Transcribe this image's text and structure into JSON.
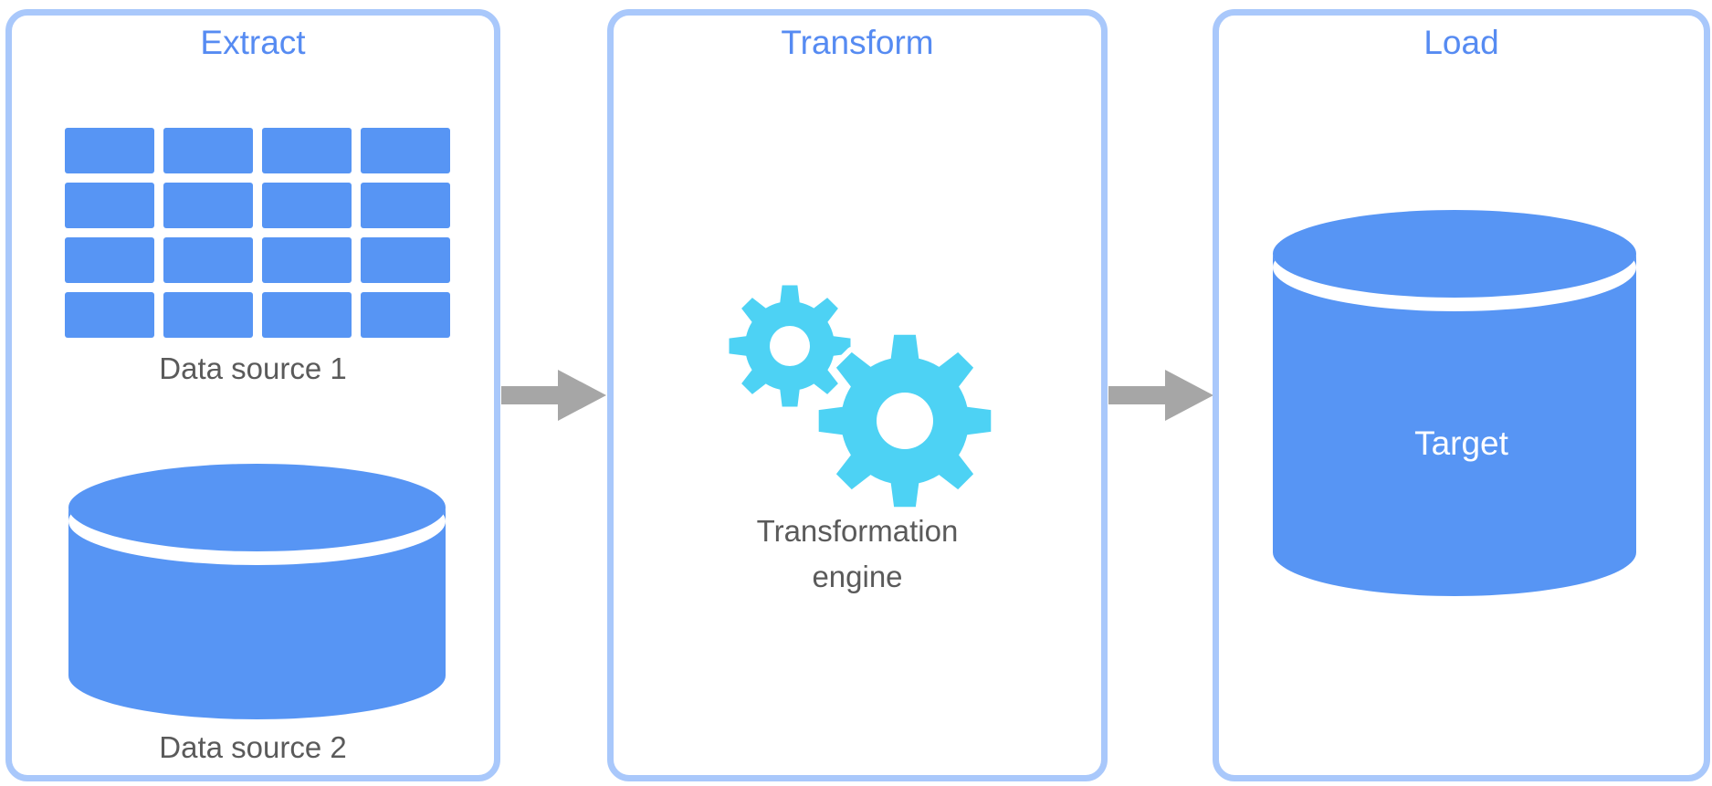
{
  "panels": [
    {
      "title": "Extract",
      "table_label": "Data source 1",
      "cylinder_label": "Data source 2"
    },
    {
      "title": "Transform",
      "engine_label": "Transformation engine"
    },
    {
      "title": "Load",
      "target_label": "Target"
    }
  ],
  "arrows": [
    {
      "from": "Extract",
      "to": "Transform",
      "direction": "right"
    },
    {
      "from": "Transform",
      "to": "Load",
      "direction": "right"
    }
  ],
  "icons": {
    "extract_item1": "table-icon",
    "extract_item2": "database-cylinder-icon",
    "transform_item": "gears-icon",
    "load_item": "database-cylinder-icon",
    "connector": "flow-arrow-icon"
  },
  "colors": {
    "shape_blue": "#5795F4",
    "panel_border_blue": "#A9C8FB",
    "title_blue": "#568BF2",
    "gear_cyan": "#4DD2F4",
    "arrow_gray": "#A6A6A6",
    "label_gray": "#5A5A5A",
    "target_text_white": "#FFFFFF",
    "background": "#FFFFFF"
  }
}
